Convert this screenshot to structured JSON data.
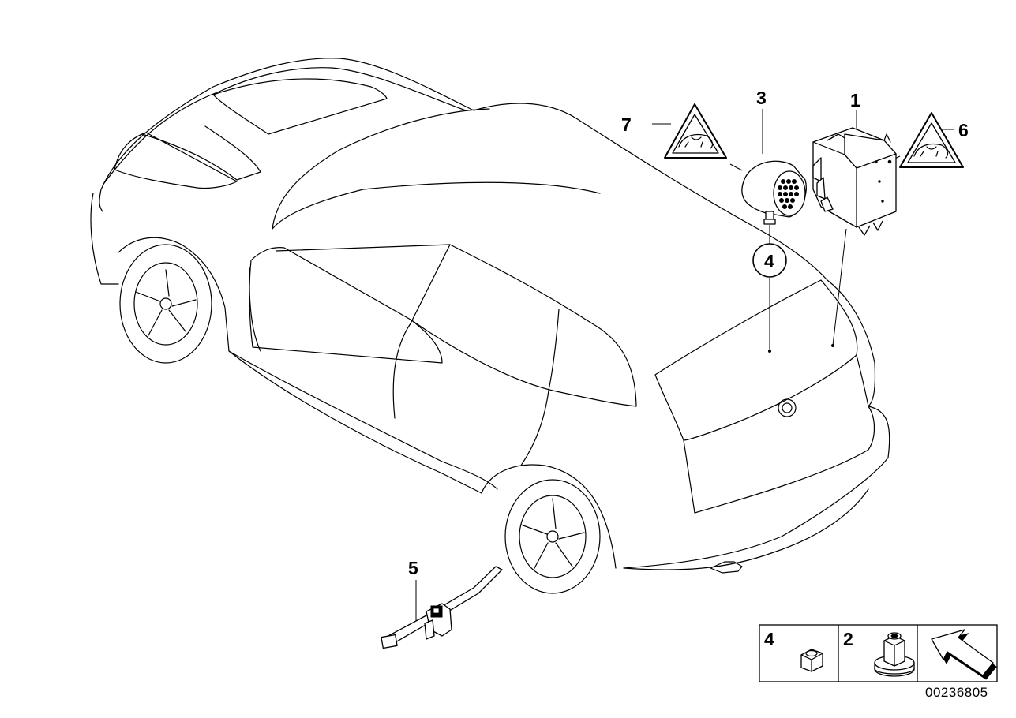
{
  "diagram": {
    "callouts": {
      "c1": "1",
      "c3": "3",
      "c4": "4",
      "c5": "5",
      "c6": "6",
      "c7": "7"
    },
    "legend": {
      "item_a_label": "4",
      "item_b_label": "2"
    },
    "reference_number": "00236805",
    "icons": [
      "car-outline-icon",
      "control-unit-icon",
      "siren-horn-icon",
      "warning-triangle-icon",
      "cable-tie-icon",
      "hex-nut-icon",
      "collar-nut-icon",
      "direction-arrow-icon"
    ]
  }
}
